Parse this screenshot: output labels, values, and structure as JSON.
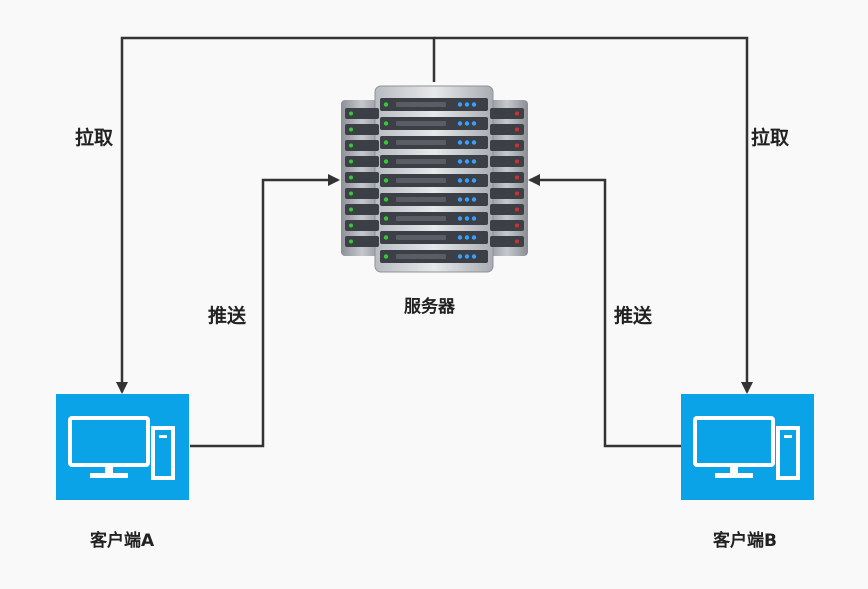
{
  "server": {
    "label": "服务器",
    "icon": "server-rack-icon"
  },
  "clients": [
    {
      "label": "客户端A",
      "icon": "desktop-computer-icon"
    },
    {
      "label": "客户端B",
      "icon": "desktop-computer-icon"
    }
  ],
  "edges": {
    "pull_left": "拉取",
    "pull_right": "拉取",
    "push_left": "推送",
    "push_right": "推送"
  },
  "colors": {
    "background": "#f9f9f9",
    "line": "#333333",
    "client_fill": "#0aa3e8",
    "server_body": "#3c3f45",
    "server_led_green": "#37c837",
    "server_led_blue": "#3aa0ff",
    "server_led_red": "#d03030"
  }
}
